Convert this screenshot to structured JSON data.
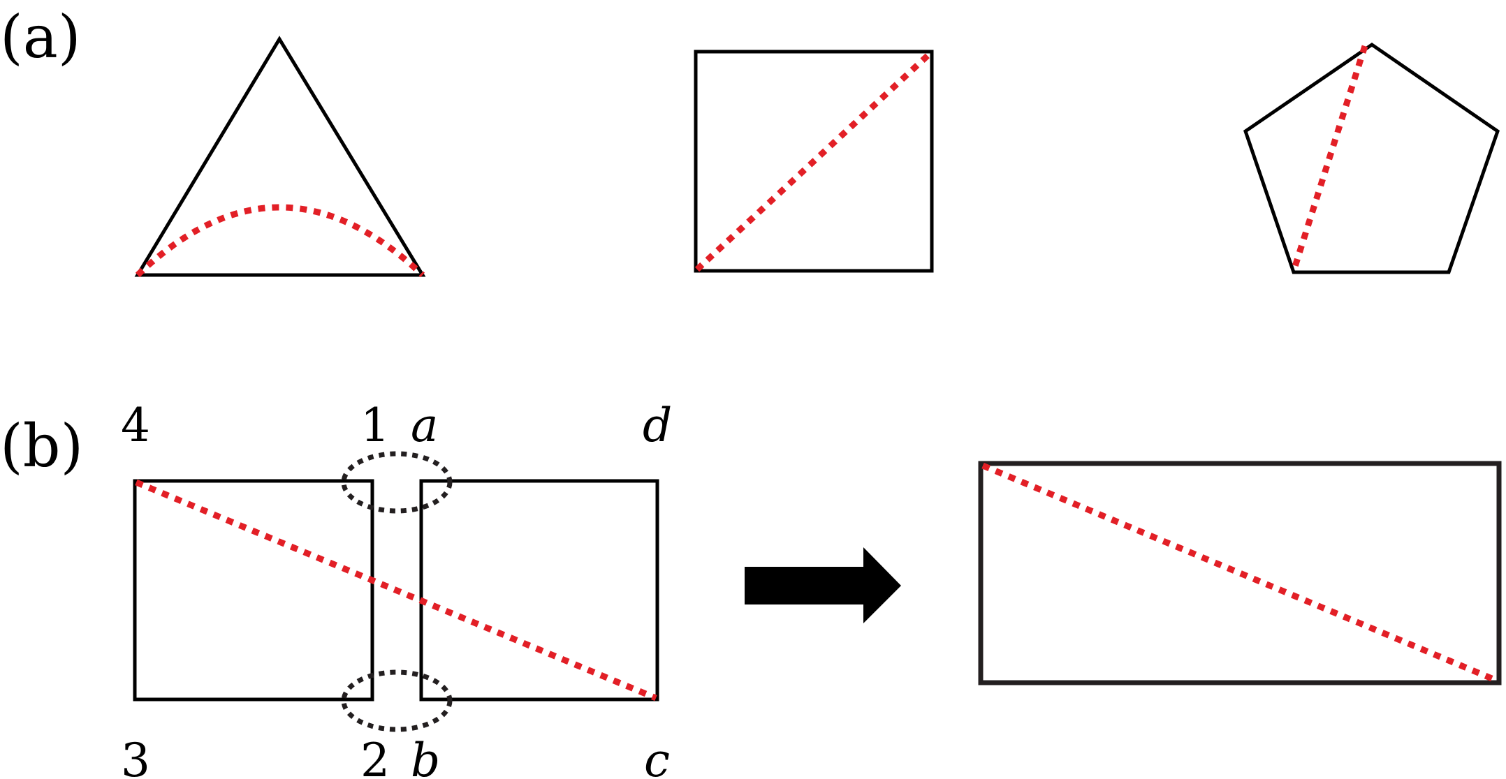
{
  "panels": {
    "a": {
      "label": "(a)"
    },
    "b": {
      "label": "(b)"
    }
  },
  "vertex_labels": {
    "left_top_left": "4",
    "left_top_right": "1",
    "left_bottom_left": "3",
    "left_bottom_right": "2",
    "right_top_left": "a",
    "right_top_right": "d",
    "right_bottom_left": "b",
    "right_bottom_right": "c"
  },
  "colors": {
    "diagonal": "#e21f26",
    "outline": "#000000",
    "gluing_marker": "#231f20",
    "result_outline": "#231f20"
  }
}
